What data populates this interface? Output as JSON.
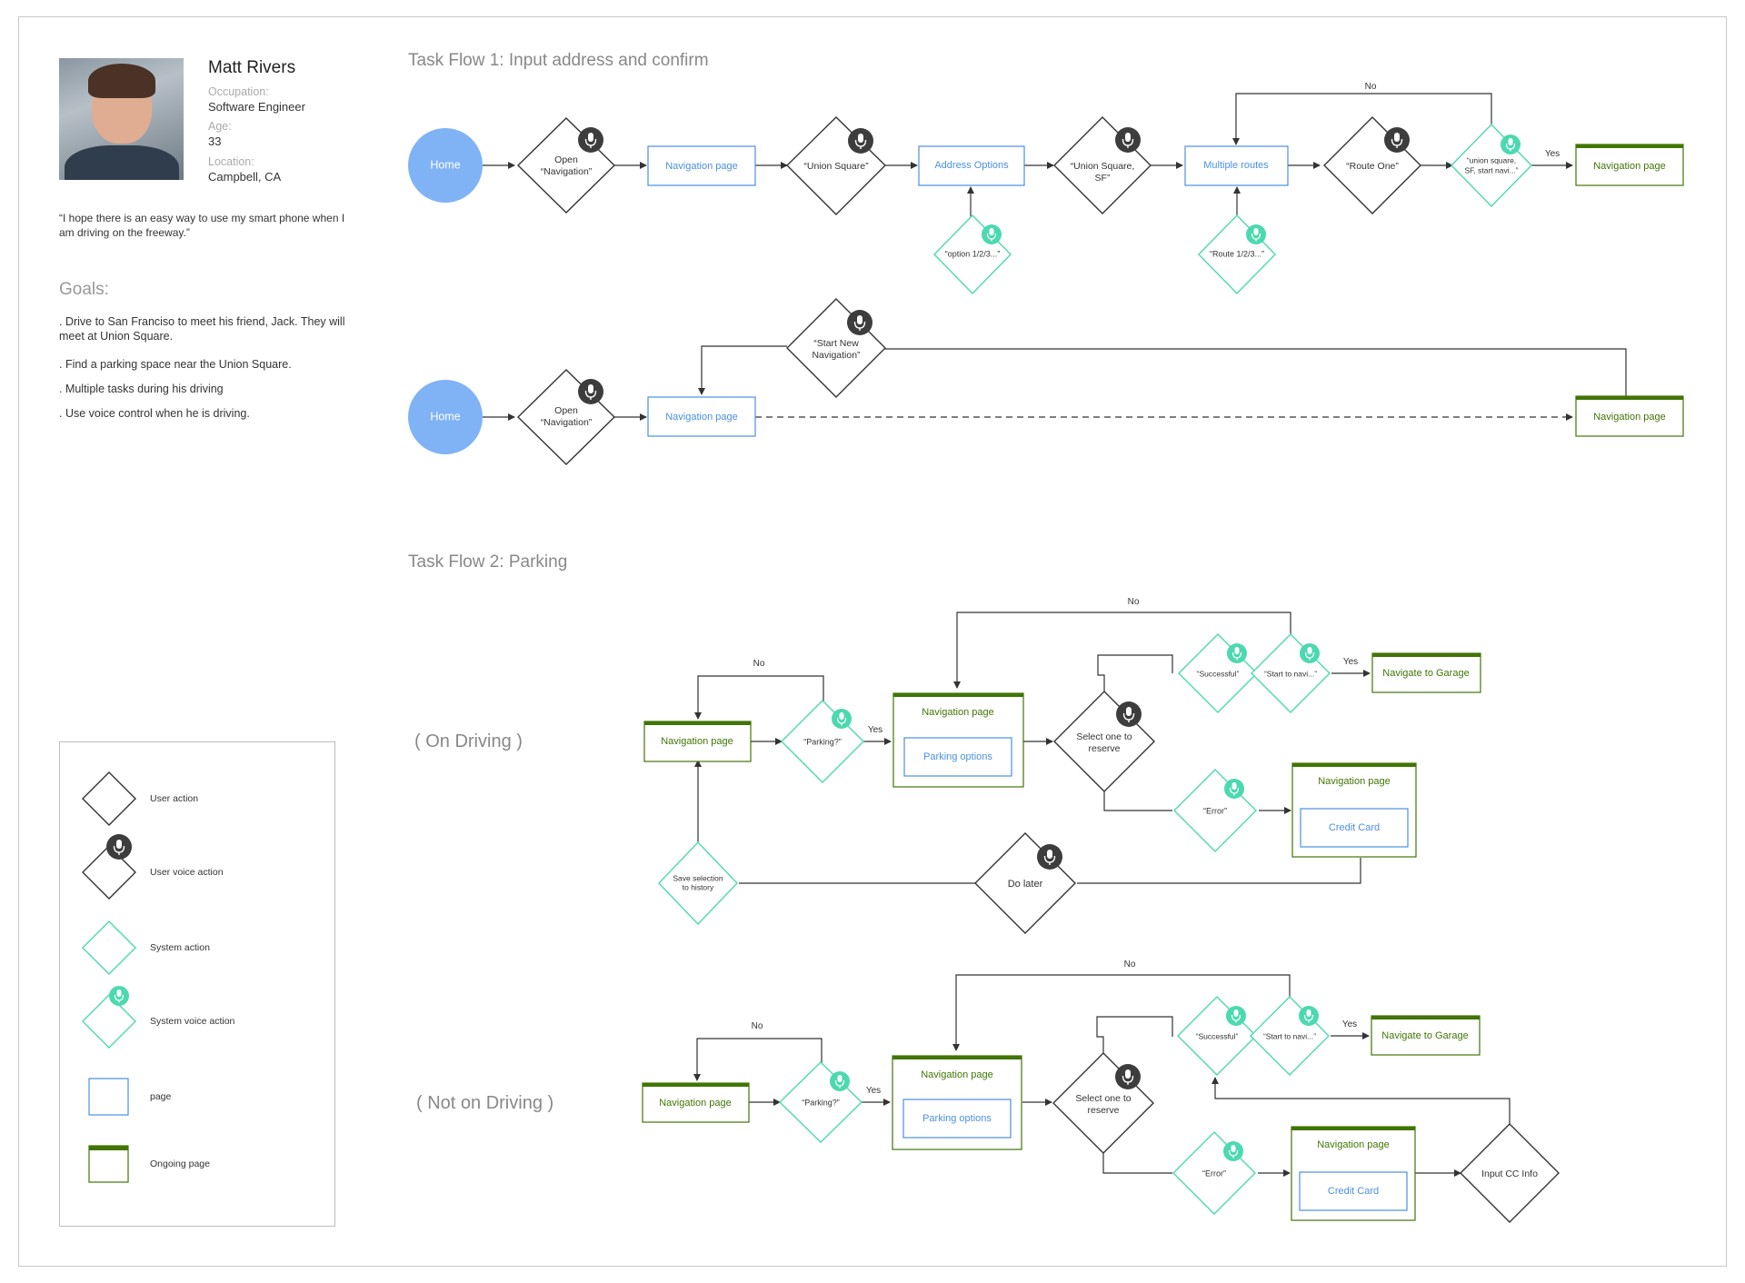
{
  "persona": {
    "name": "Matt Rivers",
    "occupation_label": "Occupation:",
    "occupation": "Software Engineer",
    "age_label": "Age:",
    "age": "33",
    "location_label": "Location:",
    "location": "Campbell, CA",
    "quote_line1": "“I hope there is an easy way to use my smart phone when I",
    "quote_line2": "am driving on the freeway.”",
    "goals_title": "Goals:",
    "goal1_line1": ". Drive to San Franciso to meet his friend, Jack. They will",
    "goal1_line2": "meet at Union Square.",
    "goal2": ". Find a parking space near the Union Square.",
    "goal3": ". Multiple tasks during his driving",
    "goal4": ". Use voice control when he is driving."
  },
  "legend": {
    "user_action": "User action",
    "user_voice_action": "User voice action",
    "system_action": "System action",
    "system_voice_action": "System voice action",
    "page": "page",
    "ongoing_page": "Ongoing page"
  },
  "flow1": {
    "title": "Task Flow 1: Input address and confirm",
    "home": "Home",
    "open_nav_1": "Open",
    "open_nav_2": "“Navigation”",
    "navigation_page": "Navigation page",
    "union_square": "“Union Square”",
    "address_options": "Address Options",
    "option_choice": "“option 1/2/3...”",
    "union_square_sf_1": "“Union Square,",
    "union_square_sf_2": "SF”",
    "multiple_routes": "Multiple routes",
    "route_choice": "“Route 1/2/3...”",
    "route_one": "“Route One”",
    "confirm_1": "“union square,",
    "confirm_2": "SF, start navi...”",
    "no": "No",
    "yes": "Yes",
    "start_new_1": "“Start New",
    "start_new_2": "Navigation”"
  },
  "flow2": {
    "title": "Task Flow 2: Parking",
    "on_driving": "( On Driving )",
    "not_on_driving": "( Not on Driving )",
    "navigation_page": "Navigation page",
    "parking_q": "“Parking?”",
    "parking_options": "Parking options",
    "select_1": "Select one to",
    "select_2": "reserve",
    "successful": "“Successful”",
    "start_to_navi": "“Start to navi...”",
    "navigate_to_garage": "Navigate to Garage",
    "error": "“Error”",
    "credit_card": "Credit Card",
    "save_1": "Save selection",
    "save_2": "to history",
    "do_later": "Do later",
    "input_cc": "Input CC Info",
    "no": "No",
    "yes": "Yes"
  }
}
